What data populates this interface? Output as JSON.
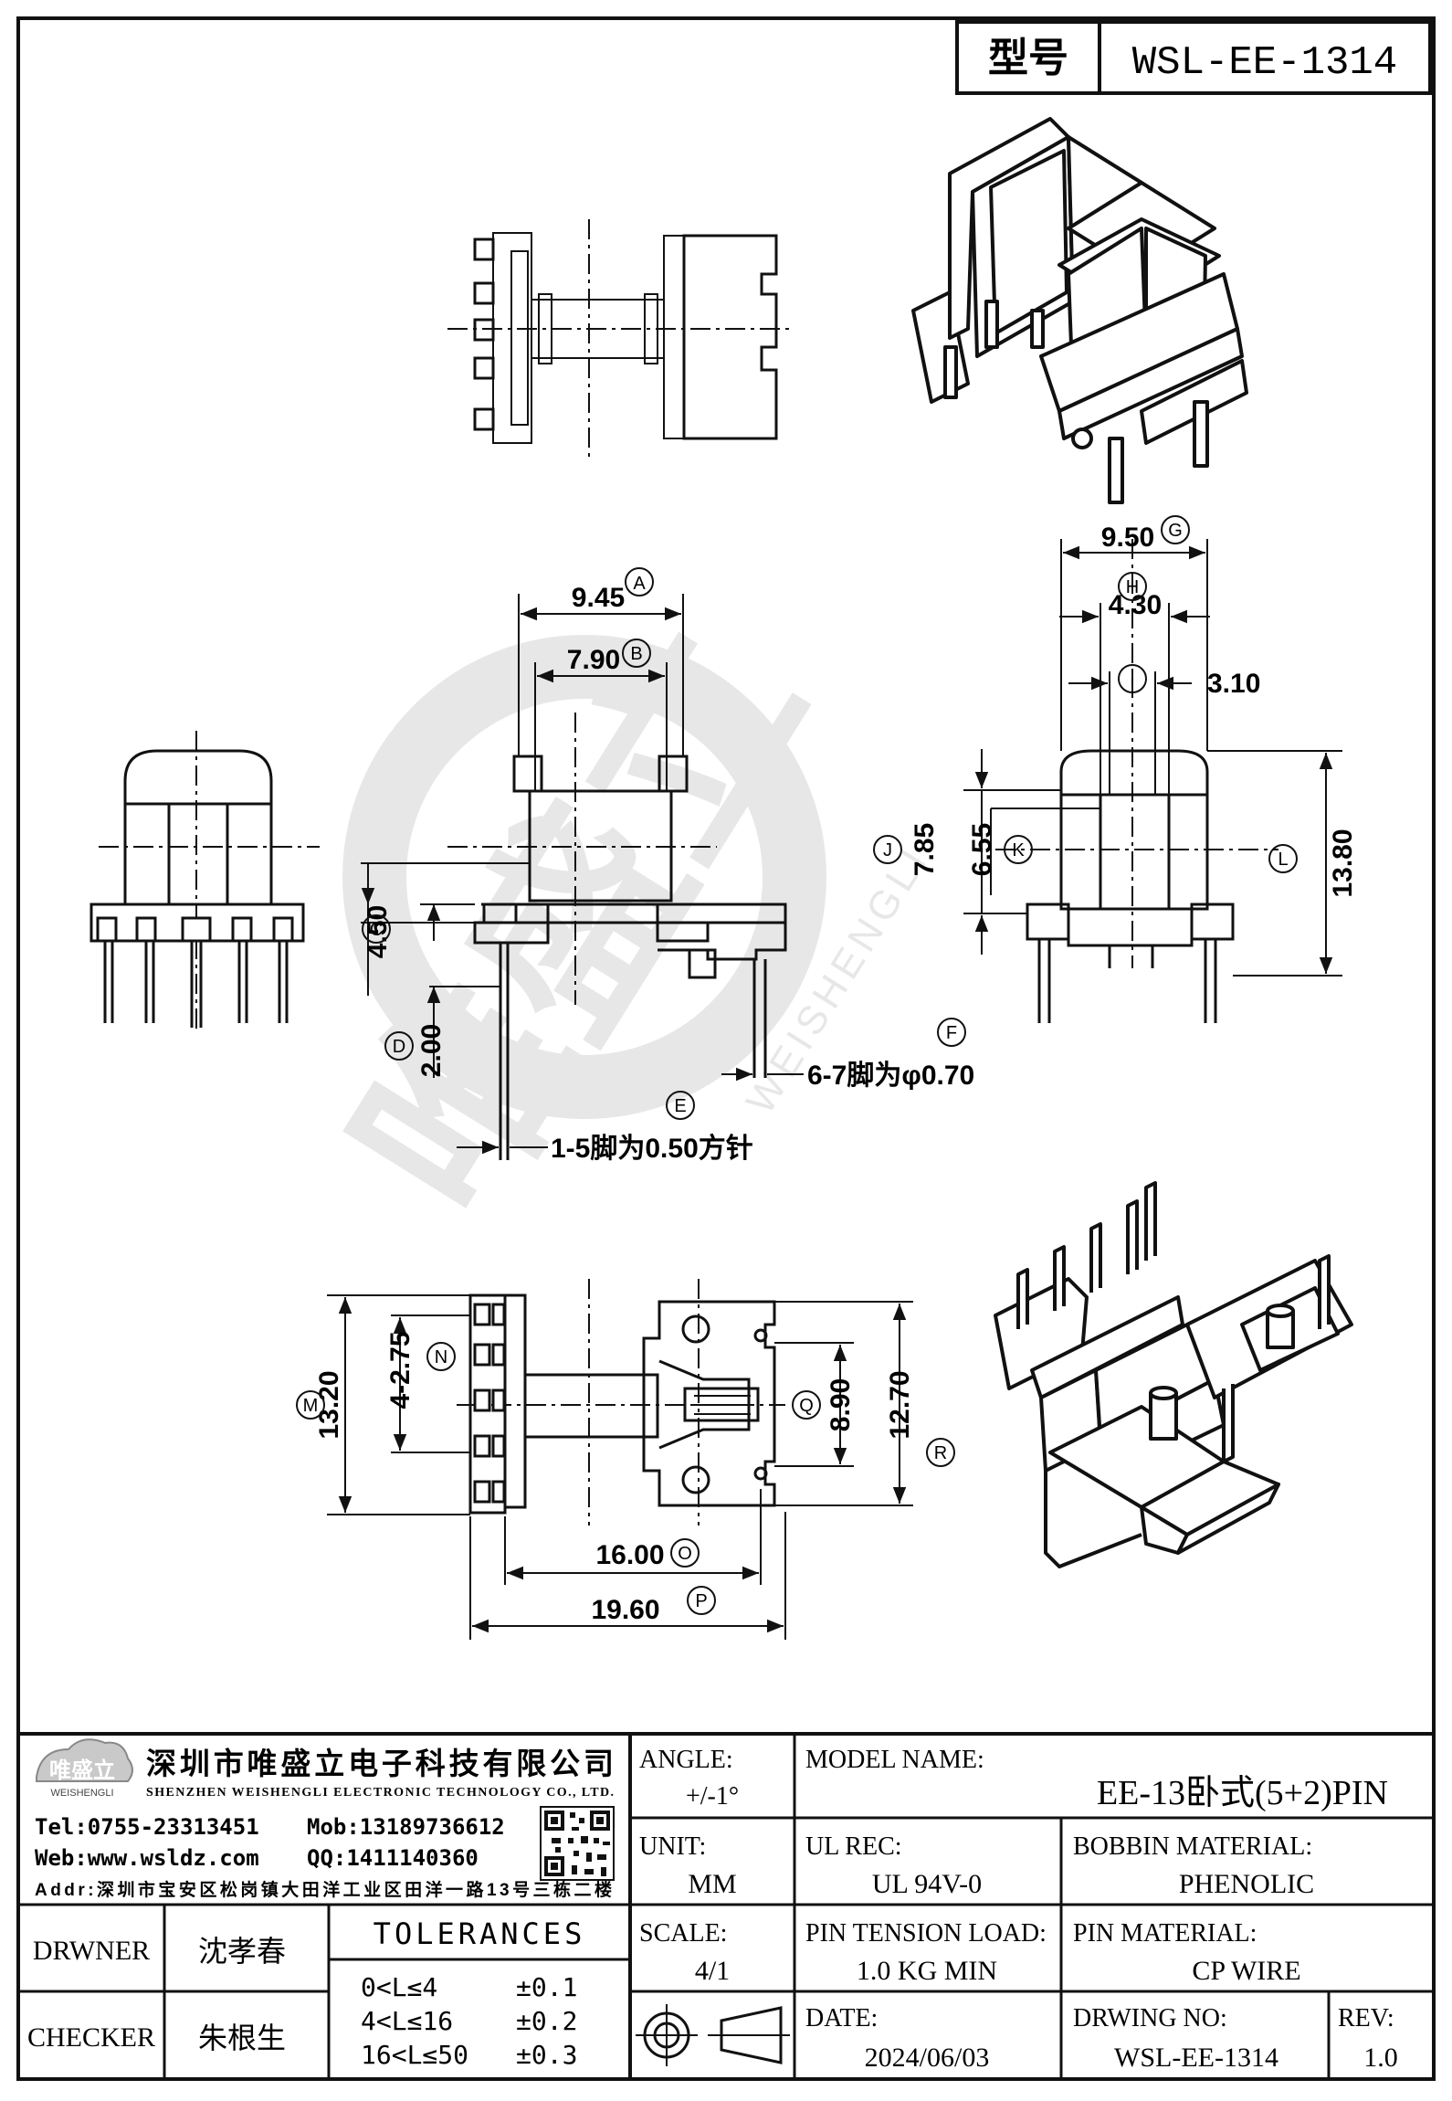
{
  "header": {
    "type_label": "型号",
    "type_value": "WSL-EE-1314"
  },
  "watermark": {
    "text_cn": "唯盛立",
    "text_en": "WEISHENGLI"
  },
  "dimensions": {
    "a": {
      "value": "9.45",
      "callout": "A"
    },
    "b": {
      "value": "7.90",
      "callout": "B"
    },
    "c": {
      "value": "4.50",
      "callout": "C"
    },
    "d": {
      "value": "2.00",
      "callout": "D"
    },
    "e": {
      "note": "1-5脚为0.50方针",
      "callout": "E"
    },
    "f": {
      "note": "6-7脚为φ0.70",
      "callout": "F"
    },
    "g": {
      "value": "9.50",
      "callout": "G"
    },
    "h": {
      "value": "4.30",
      "callout": "H"
    },
    "i": {
      "value": "3.10",
      "callout": "I"
    },
    "j": {
      "value": "7.85",
      "callout": "J"
    },
    "k": {
      "value": "6.55",
      "callout": "K"
    },
    "l": {
      "value": "13.80",
      "callout": "L"
    },
    "m": {
      "value": "13.20",
      "callout": "M"
    },
    "n": {
      "value": "4-2.75",
      "callout": "N"
    },
    "o": {
      "value": "16.00",
      "callout": "O"
    },
    "p": {
      "value": "19.60",
      "callout": "P"
    },
    "q": {
      "value": "8.90",
      "callout": "Q"
    },
    "r": {
      "value": "12.70",
      "callout": "R"
    }
  },
  "company": {
    "name_cn": "深圳市唯盛立电子科技有限公司",
    "name_en": "SHENZHEN WEISHENGLI ELECTRONIC TECHNOLOGY CO., LTD.",
    "logo_cn": "唯盛立",
    "logo_en": "WEISHENGLI",
    "tel": "Tel:0755-23313451",
    "mob": "Mob:13189736612",
    "web": "Web:www.wsldz.com",
    "qq": "QQ:1411140360",
    "addr": "Addr:深圳市宝安区松岗镇大田洋工业区田洋一路13号三栋二楼"
  },
  "title_block": {
    "angle_label": "ANGLE:",
    "angle_value": "+/-1°",
    "model_label": "MODEL NAME:",
    "model_value": "EE-13卧式(5+2)PIN",
    "unit_label": "UNIT:",
    "unit_value": "MM",
    "ul_label": "UL REC:",
    "ul_value": "UL 94V-0",
    "bobbin_label": "BOBBIN MATERIAL:",
    "bobbin_value": "PHENOLIC",
    "scale_label": "SCALE:",
    "scale_value": "4/1",
    "pin_tension_label": "PIN TENSION LOAD:",
    "pin_tension_value": "1.0 KG MIN",
    "pin_material_label": "PIN MATERIAL:",
    "pin_material_value": "CP WIRE",
    "date_label": "DATE:",
    "date_value": "2024/06/03",
    "drwing_label": "DRWING NO:",
    "drwing_value": "WSL-EE-1314",
    "rev_label": "REV:",
    "rev_value": "1.0",
    "drawer_label": "DRWNER",
    "drawer_value": "沈孝春",
    "checker_label": "CHECKER",
    "checker_value": "朱根生",
    "tolerances_label": "TOLERANCES",
    "tol_rows": [
      {
        "range": "0<L≤4",
        "tol": "±0.1"
      },
      {
        "range": "4<L≤16",
        "tol": "±0.2"
      },
      {
        "range": "16<L≤50",
        "tol": "±0.3"
      }
    ]
  }
}
